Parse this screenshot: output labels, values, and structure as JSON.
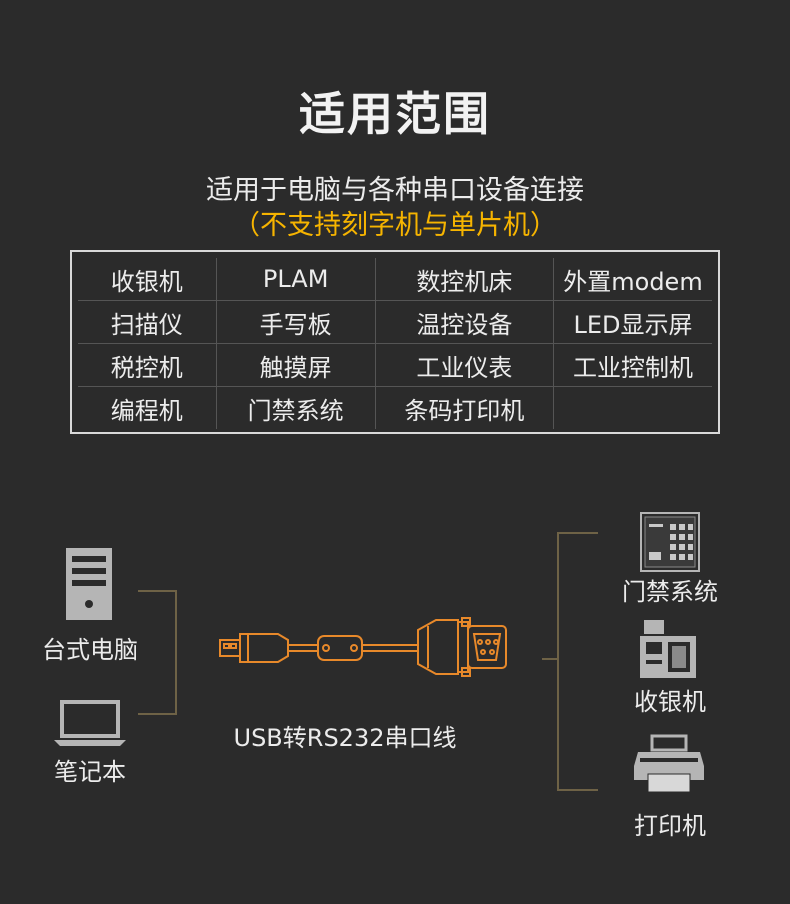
{
  "header": {
    "title": "适用范围",
    "subtitle": "适用于电脑与各种串口设备连接",
    "note": "（不支持刻字机与单片机）"
  },
  "table": {
    "rows": [
      [
        "收银机",
        "PLAM",
        "数控机床",
        "外置modem"
      ],
      [
        "扫描仪",
        "手写板",
        "温控设备",
        "LED显示屏"
      ],
      [
        "税控机",
        "触摸屏",
        "工业仪表",
        "工业控制机"
      ],
      [
        "编程机",
        "门禁系统",
        "条码打印机",
        ""
      ]
    ]
  },
  "diagram": {
    "left_devices": [
      {
        "label": "台式电脑",
        "icon": "desktop-tower-icon"
      },
      {
        "label": "笔记本",
        "icon": "laptop-icon"
      }
    ],
    "cable": {
      "label": "USB转RS232串口线",
      "icon": "usb-rs232-cable-icon"
    },
    "right_devices": [
      {
        "label": "门禁系统",
        "icon": "access-keypad-icon"
      },
      {
        "label": "收银机",
        "icon": "cash-register-icon"
      },
      {
        "label": "打印机",
        "icon": "printer-icon"
      }
    ],
    "colors": {
      "accent": "#f6b400",
      "cable": "#e8892a",
      "connector_line": "#6e6246",
      "icon_gray": "#b5b5b5"
    }
  }
}
